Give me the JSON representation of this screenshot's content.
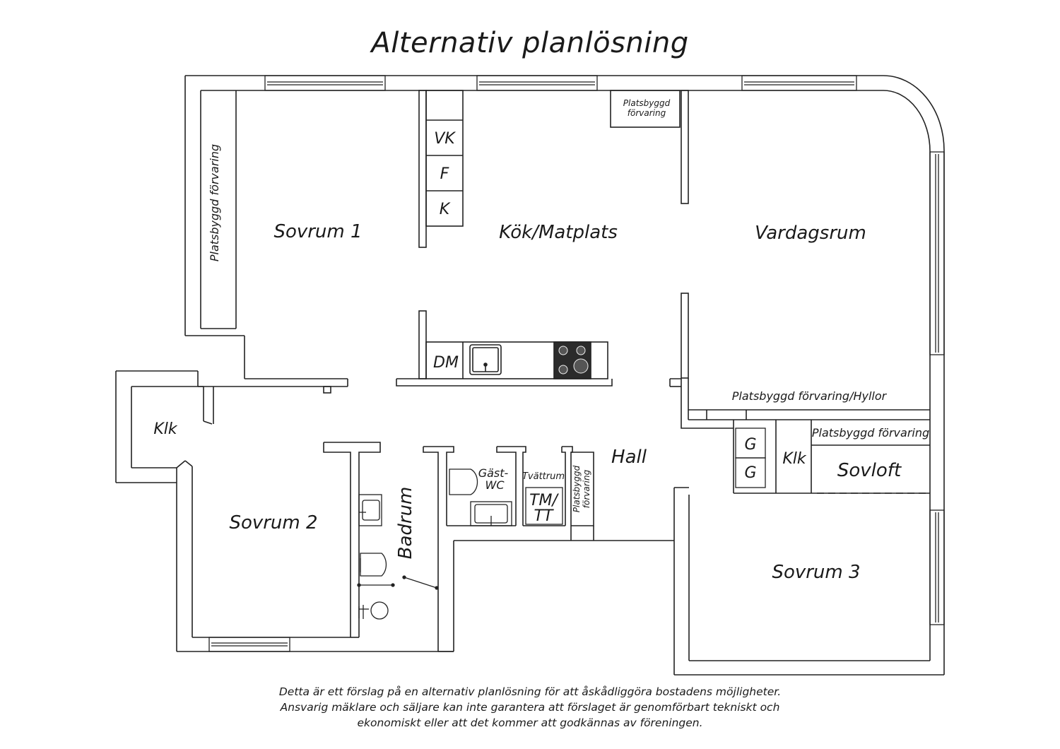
{
  "title": "Alternativ planlösning",
  "rooms": {
    "sovrum1": "Sovrum 1",
    "sovrum2": "Sovrum 2",
    "sovrum3": "Sovrum 3",
    "kok": "Kök/Matplats",
    "vardagsrum": "Vardagsrum",
    "hall": "Hall",
    "badrum": "Badrum",
    "sovloft": "Sovloft",
    "tvattrum": "Tvättrum",
    "gast_wc_line1": "Gäst-",
    "gast_wc_line2": "WC",
    "klk_left": "Klk",
    "klk_right": "Klk"
  },
  "fixtures": {
    "vk": "VK",
    "f": "F",
    "k": "K",
    "dm": "DM",
    "g1": "G",
    "g2": "G",
    "tm_line1": "TM/",
    "tm_line2": "TT"
  },
  "storage": {
    "left_wall": "Platsbyggd förvaring",
    "kitchen_top_line1": "Platsbyggd",
    "kitchen_top_line2": "förvaring",
    "living_shelves": "Platsbyggd förvaring/Hyllor",
    "sovloft": "Platsbyggd förvaring",
    "hall_line1": "Platsbyggd",
    "hall_line2": "förvaring"
  },
  "disclaimer": [
    "Detta är ett förslag på en alternativ planlösning för att åskådliggöra bostadens möjligheter.",
    "Ansvarig mäklare och säljare kan inte garantera att förslaget är genomförbart tekniskt och",
    "ekonomiskt eller att det kommer att godkännas av föreningen."
  ]
}
